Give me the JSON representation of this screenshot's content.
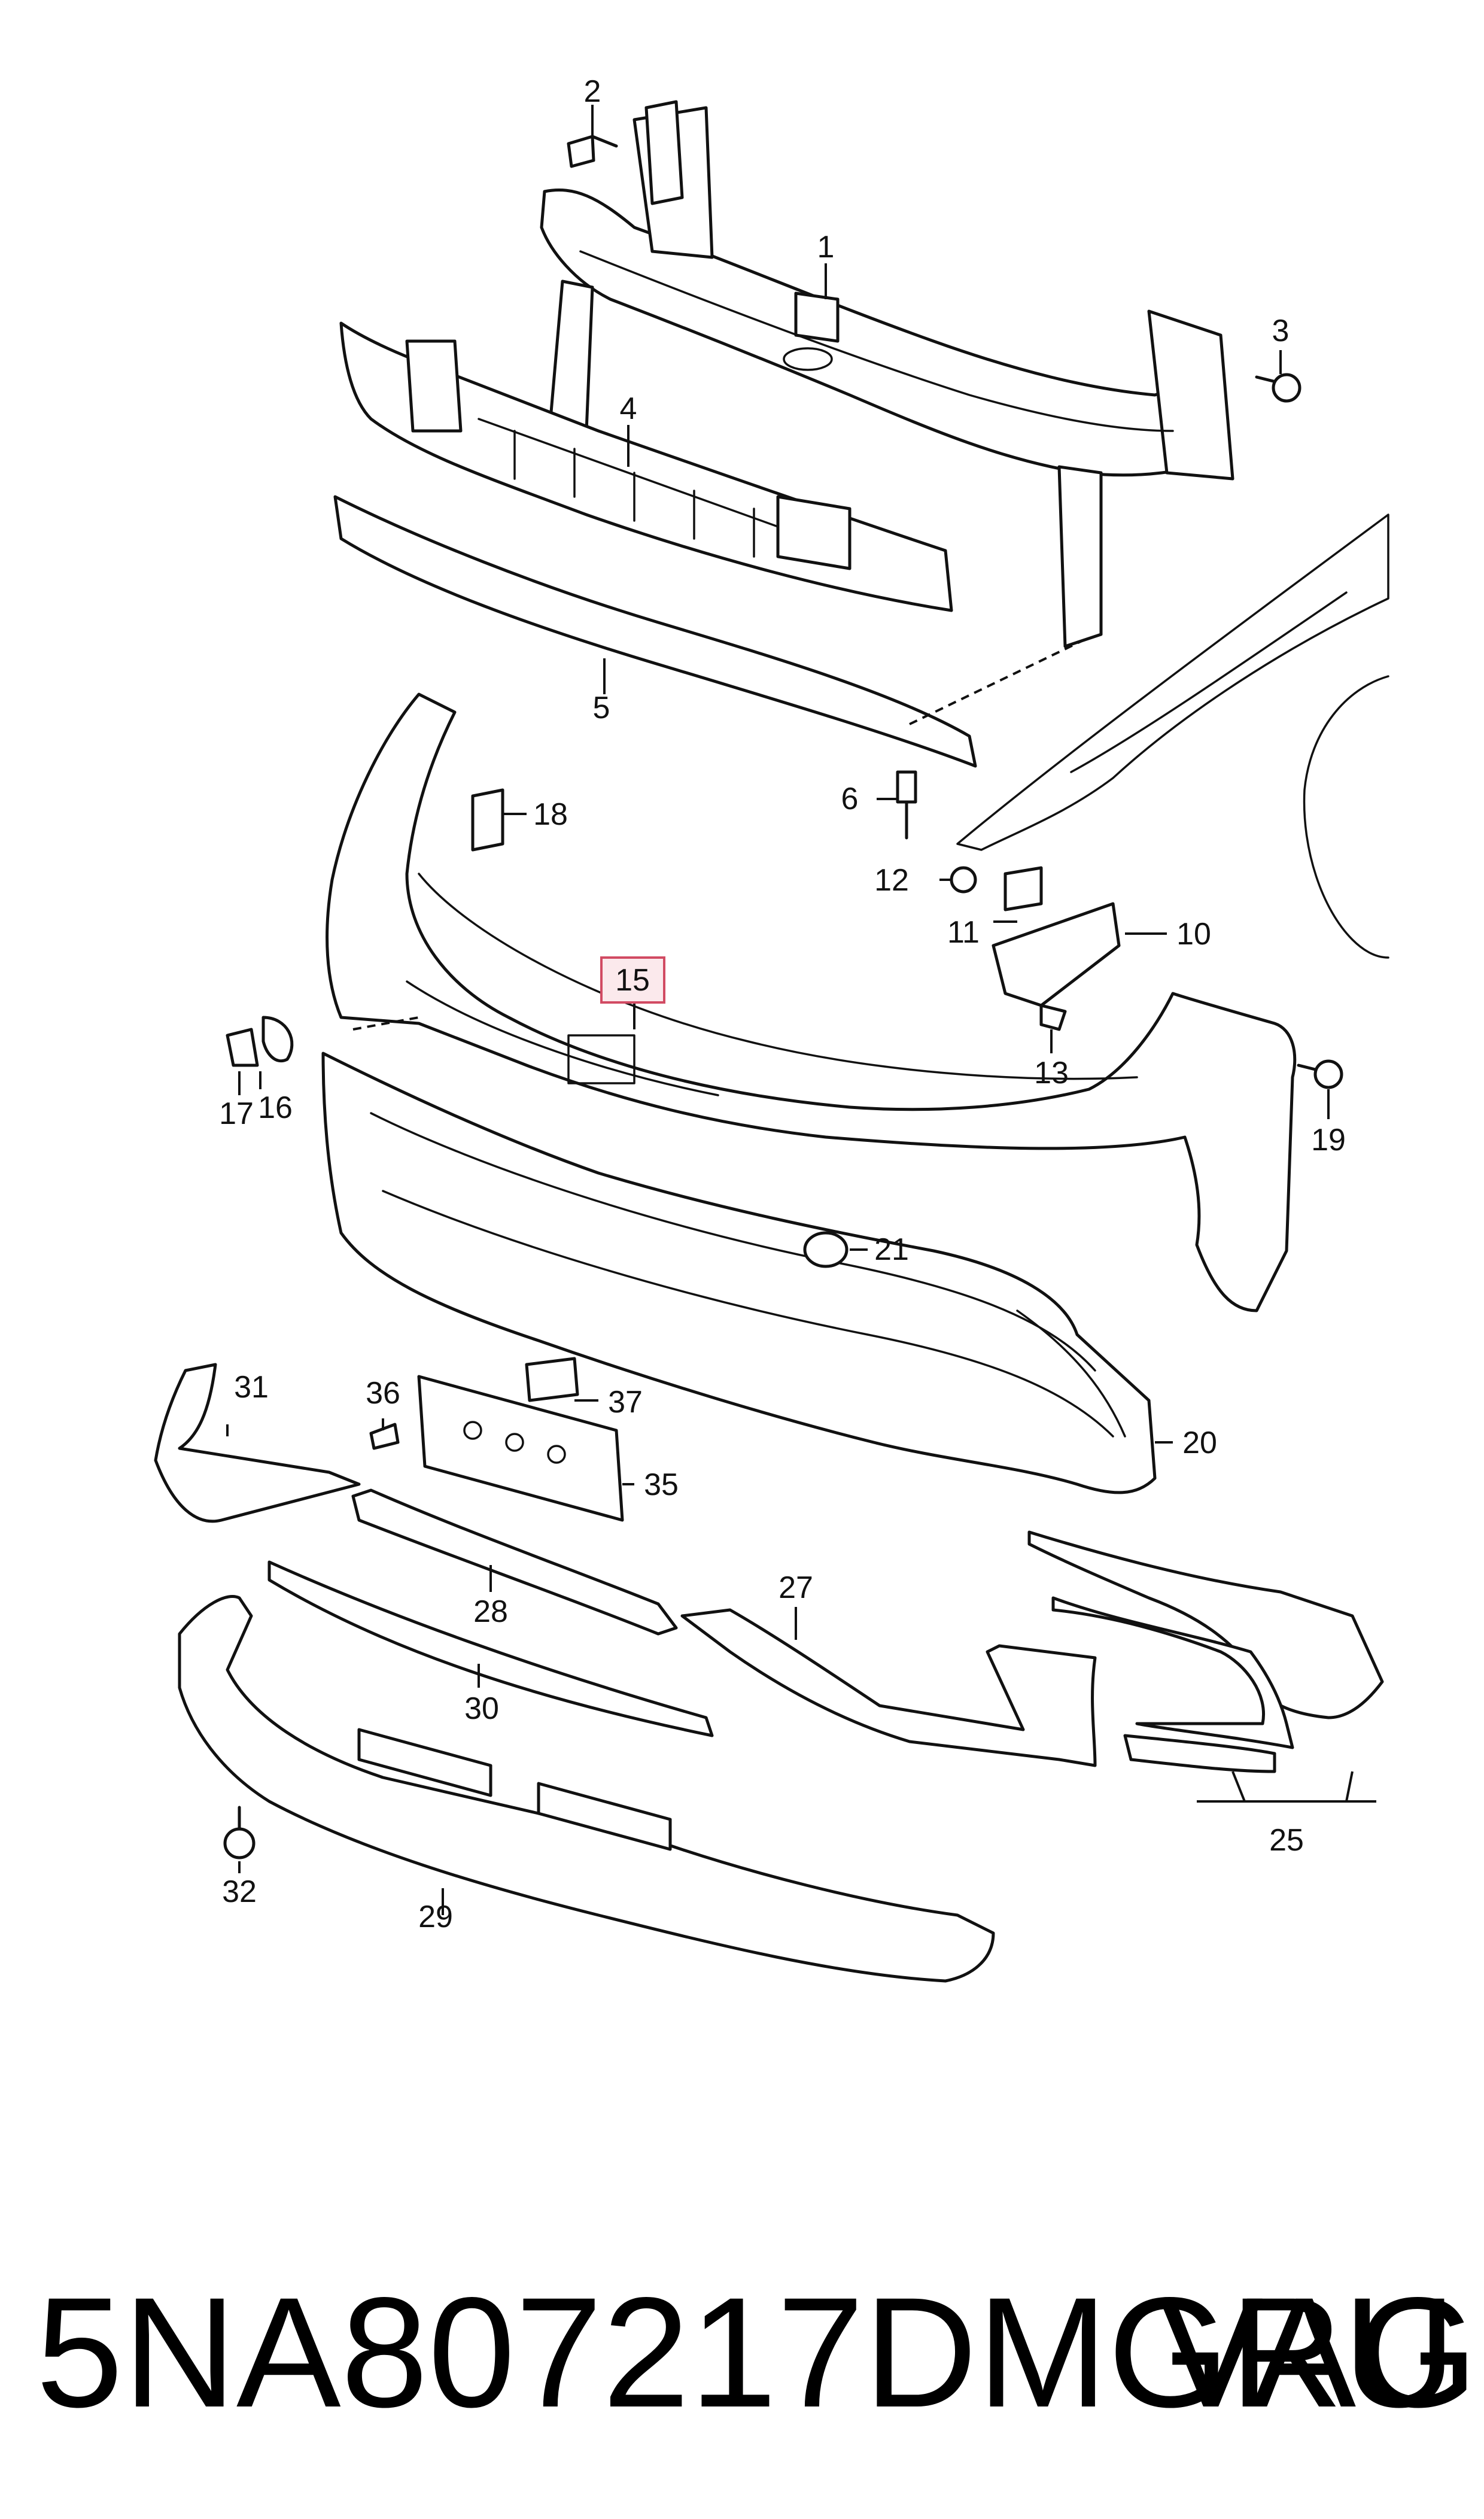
{
  "callouts": [
    {
      "id": "c1",
      "label": "1"
    },
    {
      "id": "c2",
      "label": "2"
    },
    {
      "id": "c3",
      "label": "3"
    },
    {
      "id": "c4",
      "label": "4"
    },
    {
      "id": "c5",
      "label": "5"
    },
    {
      "id": "c6",
      "label": "6"
    },
    {
      "id": "c10",
      "label": "10"
    },
    {
      "id": "c11",
      "label": "11"
    },
    {
      "id": "c12",
      "label": "12"
    },
    {
      "id": "c13",
      "label": "13"
    },
    {
      "id": "c15",
      "label": "15",
      "highlighted": true
    },
    {
      "id": "c16",
      "label": "16"
    },
    {
      "id": "c17",
      "label": "17"
    },
    {
      "id": "c18",
      "label": "18"
    },
    {
      "id": "c19",
      "label": "19"
    },
    {
      "id": "c20",
      "label": "20"
    },
    {
      "id": "c21",
      "label": "21"
    },
    {
      "id": "c25",
      "label": "25"
    },
    {
      "id": "c27",
      "label": "27"
    },
    {
      "id": "c28",
      "label": "28"
    },
    {
      "id": "c29",
      "label": "29"
    },
    {
      "id": "c30",
      "label": "30"
    },
    {
      "id": "c31",
      "label": "31"
    },
    {
      "id": "c32",
      "label": "32"
    },
    {
      "id": "c35",
      "label": "35"
    },
    {
      "id": "c36",
      "label": "36"
    },
    {
      "id": "c37",
      "label": "37"
    }
  ],
  "footer": {
    "part_number": "5NA807217DMGRU",
    "brand": "VAG"
  },
  "colors": {
    "highlight_fill": "#fbe9ec",
    "highlight_stroke": "#d14b63",
    "line": "#111111"
  }
}
